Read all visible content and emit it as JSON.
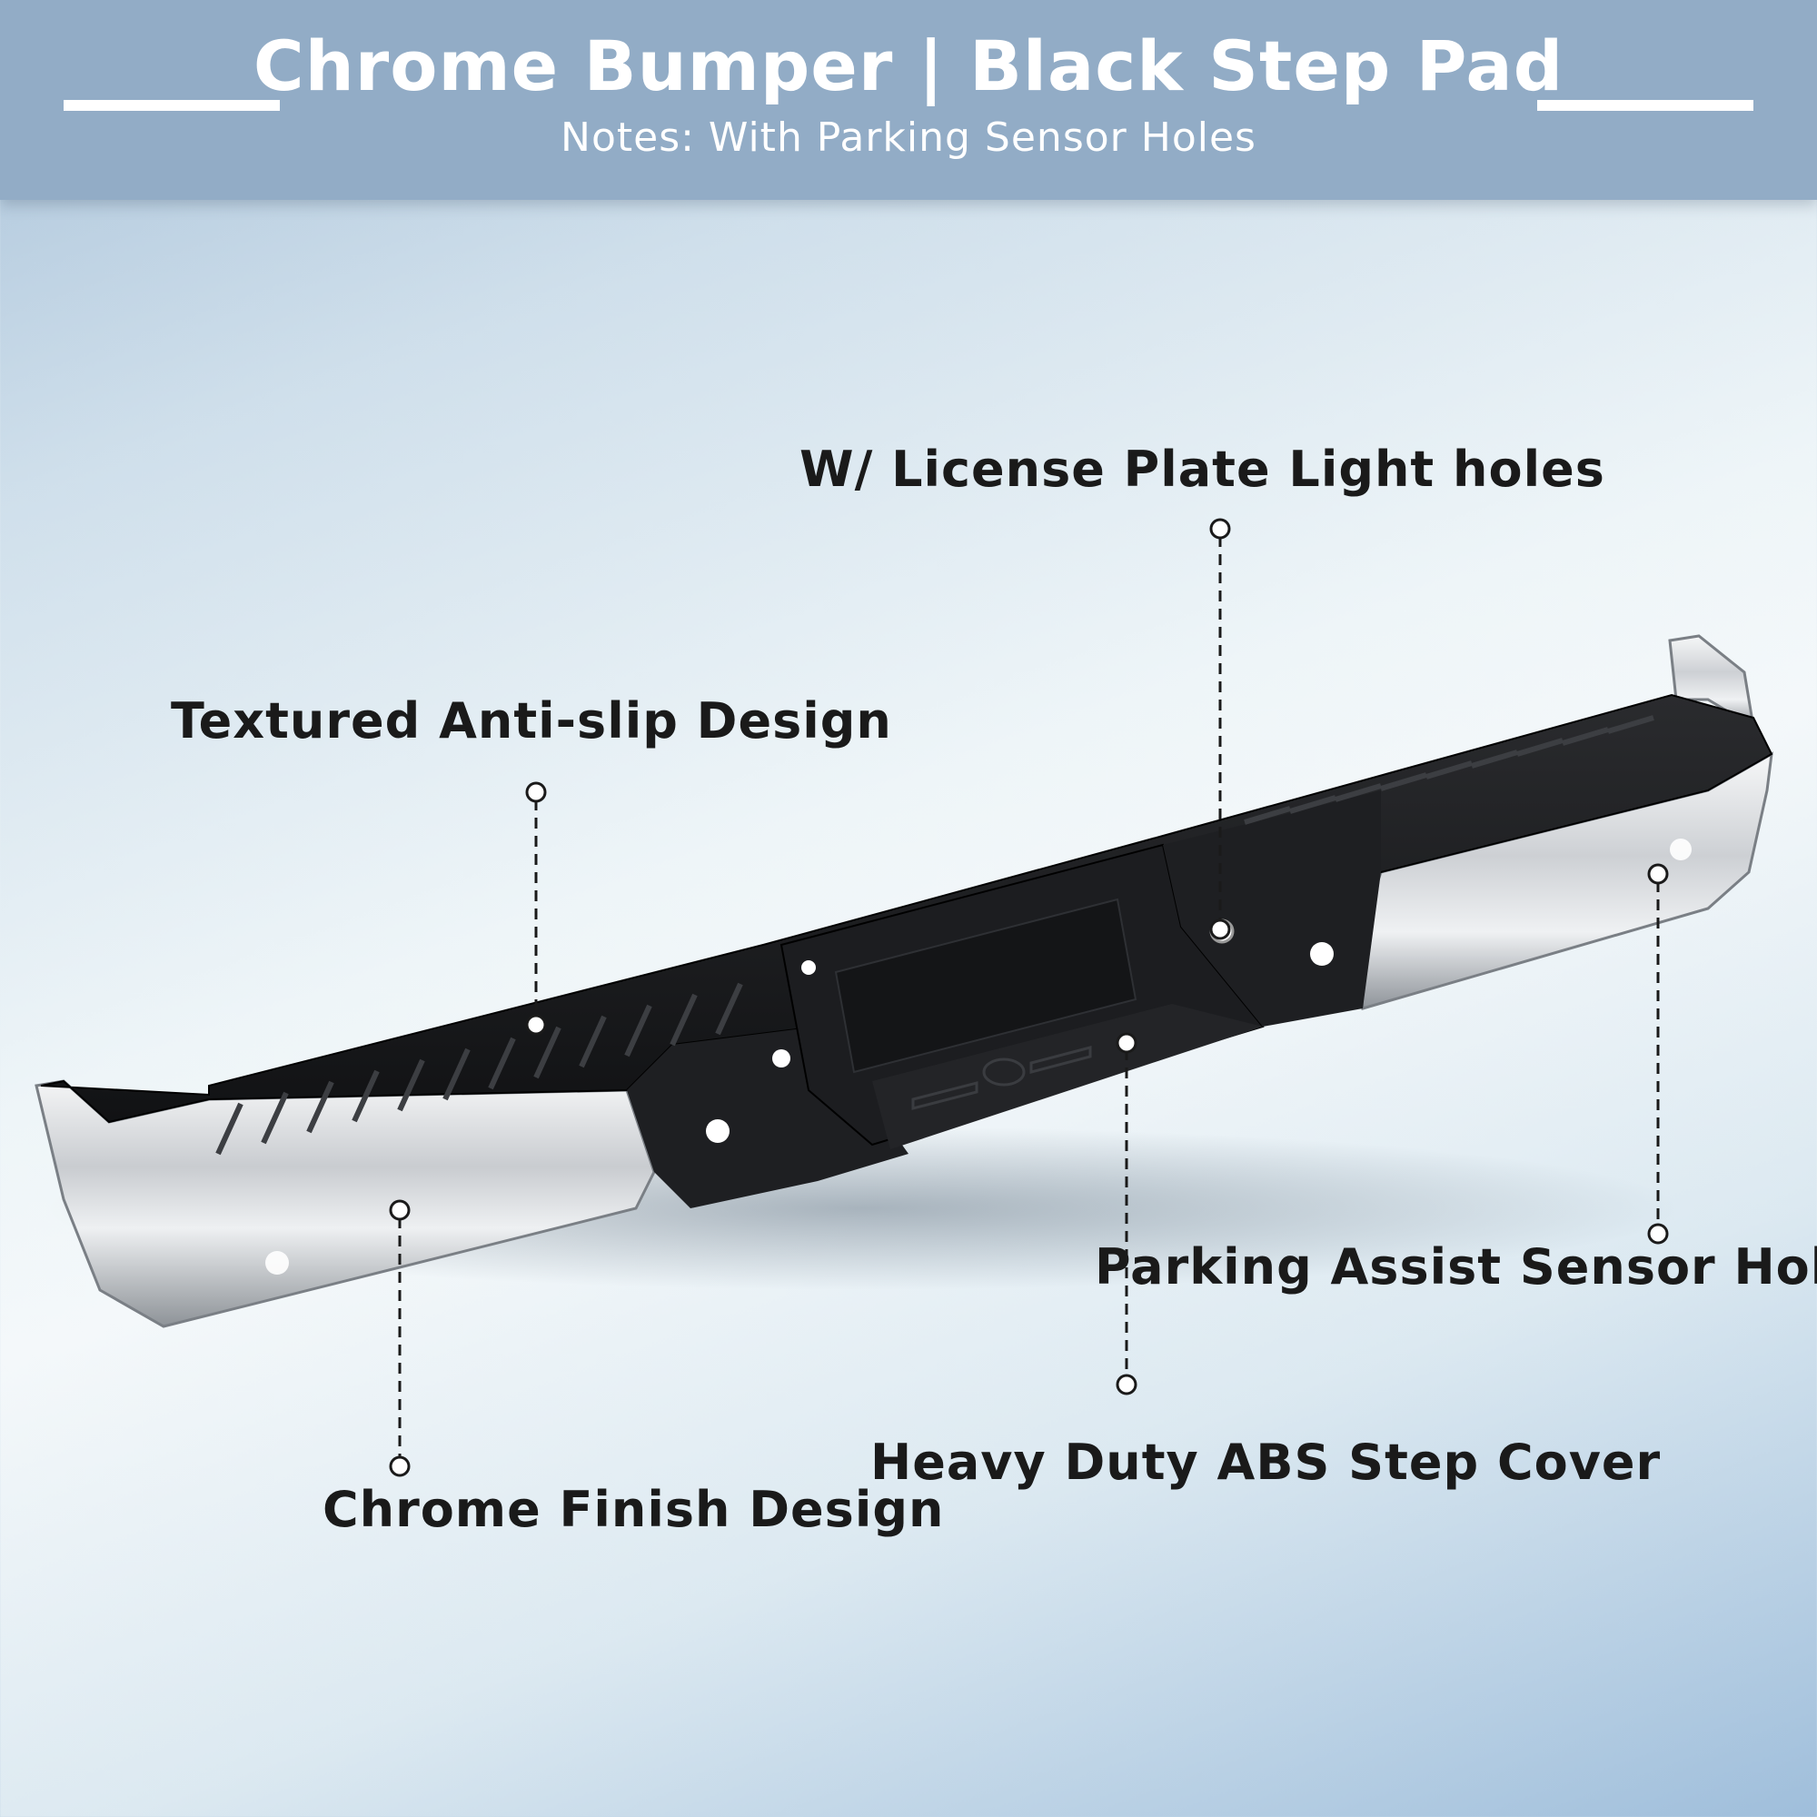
{
  "banner": {
    "title": "Chrome Bumper | Black Step Pad",
    "note": "Notes: With Parking Sensor Holes"
  },
  "callouts": {
    "license_plate": "W/ License Plate Light holes",
    "anti_slip": "Textured Anti-slip Design",
    "parking_sensor": "Parking Assist Sensor Holes",
    "step_cover": "Heavy Duty ABS Step Cover",
    "chrome_finish": "Chrome Finish Design"
  },
  "colors": {
    "banner": "#92acc6",
    "step_pad": "#1b1c1e",
    "chrome": "#d9dcdf",
    "label_text": "#1a1a1a"
  }
}
